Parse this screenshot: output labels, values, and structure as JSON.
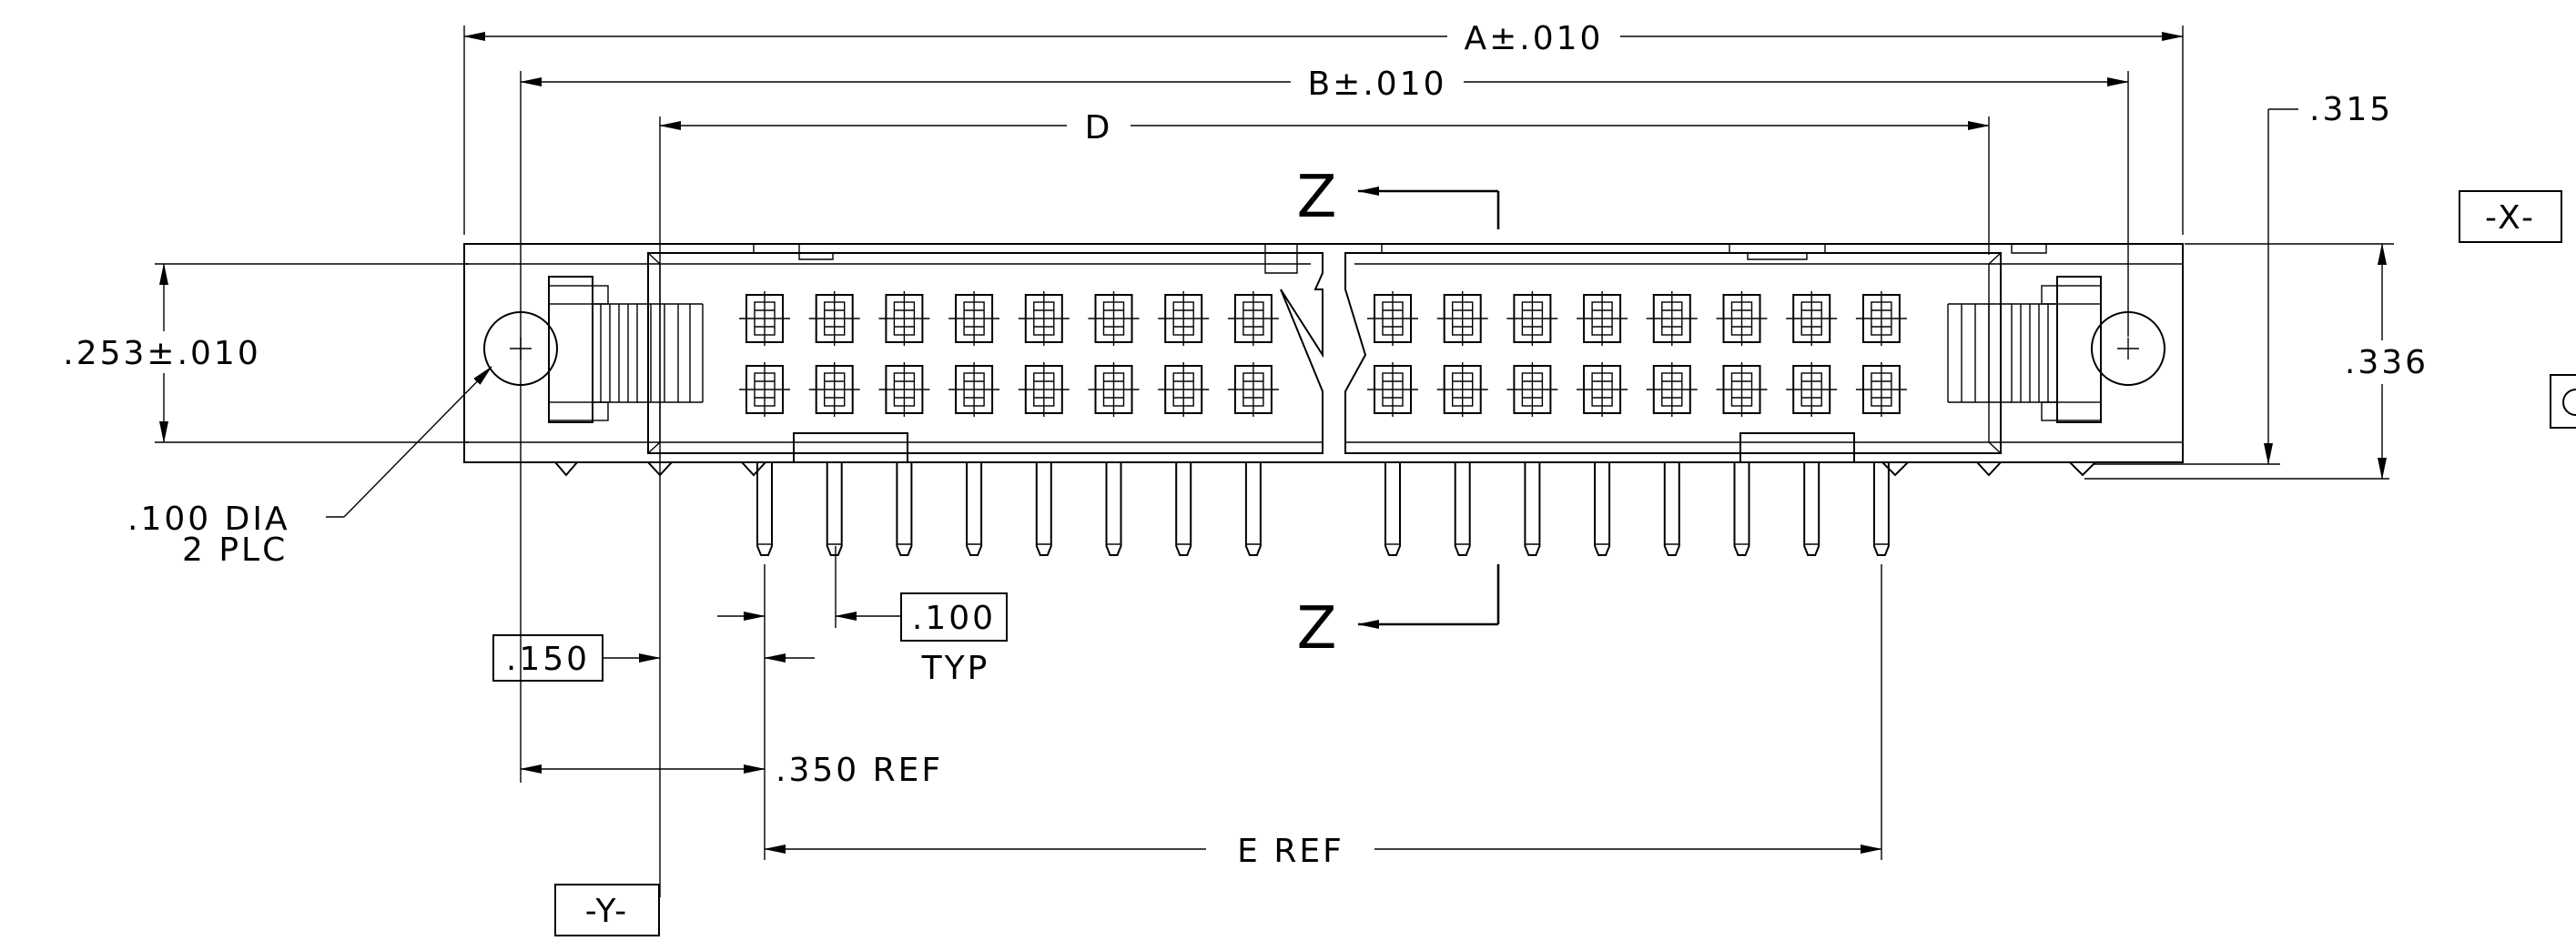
{
  "drawing": {
    "dimensions": {
      "a": "A±.010",
      "b": "B±.010",
      "d": "D",
      "e": "E REF",
      "h315": ".315",
      "h336": ".336",
      "w253": ".253±.010",
      "hole": ".100 DIA",
      "hole_qty": "2 PLC",
      "pitch": ".100",
      "pitch_note": "TYP",
      "offset150": ".150",
      "ref350": ".350 REF"
    },
    "datums": {
      "x": "-X-",
      "y": "-Y-"
    },
    "section": {
      "top": "Z",
      "bottom": "Z"
    },
    "pins_per_row_per_half": 8,
    "rows": 2
  }
}
